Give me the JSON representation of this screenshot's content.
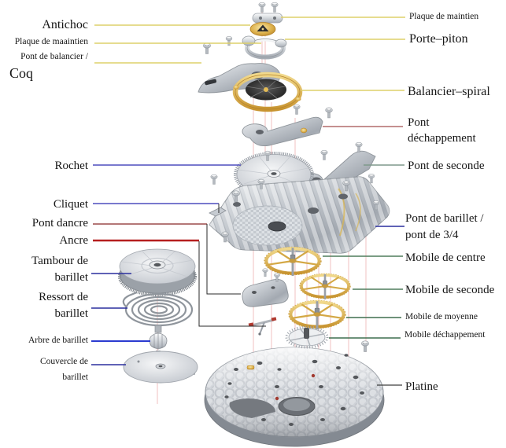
{
  "labels": {
    "left": [
      {
        "name": "antichoc",
        "text": "Antichoc"
      },
      {
        "name": "plaque-de-maintien-left",
        "text": "Plaque de maaintien"
      },
      {
        "name": "pont-de-balancier",
        "text": "Pont de balancier /"
      },
      {
        "name": "coq",
        "text": "Coq"
      },
      {
        "name": "rochet",
        "text": "Rochet"
      },
      {
        "name": "cliquet",
        "text": "Cliquet"
      },
      {
        "name": "pont-dancre",
        "text": "Pont dancre"
      },
      {
        "name": "ancre",
        "text": "Ancre"
      },
      {
        "name": "tambour-de-barillet",
        "line1": "Tambour de",
        "line2": "barillet"
      },
      {
        "name": "ressort-de-barillet",
        "line1": "Ressort de",
        "line2": "barillet"
      },
      {
        "name": "arbre-de-barillet",
        "text": "Arbre de barillet"
      },
      {
        "name": "couvercle-de-barillet",
        "line1": "Couvercle de",
        "line2": "barillet"
      }
    ],
    "right": [
      {
        "name": "plaque-de-maintien-right",
        "text": "Plaque de maintien"
      },
      {
        "name": "porte-piton",
        "text": "Porte–piton"
      },
      {
        "name": "balancier-spiral",
        "text": "Balancier–spiral"
      },
      {
        "name": "pont-dechappement",
        "line1": "Pont",
        "line2": "déchappement"
      },
      {
        "name": "pont-de-seconde",
        "text": "Pont de seconde"
      },
      {
        "name": "pont-de-barillet",
        "line1": "Pont de barillet /",
        "line2": "pont de 3/4"
      },
      {
        "name": "mobile-de-centre",
        "text": "Mobile de centre"
      },
      {
        "name": "mobile-de-seconde",
        "text": "Mobile de seconde"
      },
      {
        "name": "mobile-de-moyenne",
        "text": "Mobile de moyenne"
      },
      {
        "name": "mobile-dechappement",
        "text": "Mobile déchappement"
      },
      {
        "name": "platine",
        "text": "Platine"
      }
    ]
  },
  "line_colors": {
    "yellow": "#ddd06a",
    "blue": "#4d4dbe",
    "navy": "#2a2f9e",
    "bright_blue": "#2b3bd0",
    "red": "#b61f1f",
    "dark_red": "#9c4a4a",
    "muted_red": "#b26b6b",
    "green": "#4f7d5c",
    "gray_green": "#7f998b",
    "dark_gray": "#3f3f3f",
    "connector_black": "#2a2a2a",
    "axis_pink": "#e89898"
  },
  "palette": {
    "background": "#ffffff",
    "gold": "#d9a93f",
    "chrome": "#c9cdd3",
    "text": "#161616"
  }
}
